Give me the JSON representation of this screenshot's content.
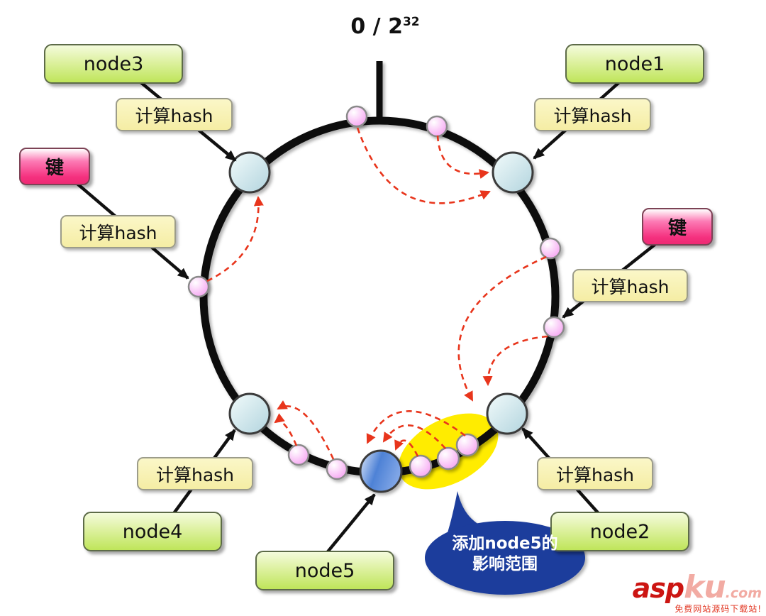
{
  "ring_label": {
    "base": "0 / 2",
    "exponent": "32"
  },
  "node_boxes": {
    "node1": {
      "label": "node1"
    },
    "node2": {
      "label": "node2"
    },
    "node3": {
      "label": "node3"
    },
    "node4": {
      "label": "node4"
    },
    "node5": {
      "label": "node5"
    }
  },
  "labels": {
    "compute_hash": "计算hash",
    "key": "键"
  },
  "bubble": {
    "line1_prefix": "添加",
    "line1_node": "node5",
    "line1_suffix": "的",
    "line2": "影响范围"
  },
  "watermark": {
    "asp": "asp",
    "ku": "ku",
    "dotcom": ".com",
    "tagline": "免费网站源码下载站!"
  },
  "diagram": {
    "type": "consistent-hashing-ring",
    "ring_color": "#111111",
    "node_circle_count": 5,
    "key_dot_count": 10,
    "highlight_color": "#ffec00",
    "red_arrow_color": "#e8351c",
    "bubble_color": "#1c3c9c",
    "node_box_colors": [
      "#f4fbdc",
      "#bfe55a"
    ],
    "hash_box_color": "#f9f4b0",
    "key_box_colors": [
      "#ffffff",
      "#f5317f"
    ],
    "key_dot_color": "#f79ef2",
    "node_circle_color": "#cfe7ec",
    "node5_circle_color": "#4e82d6"
  }
}
